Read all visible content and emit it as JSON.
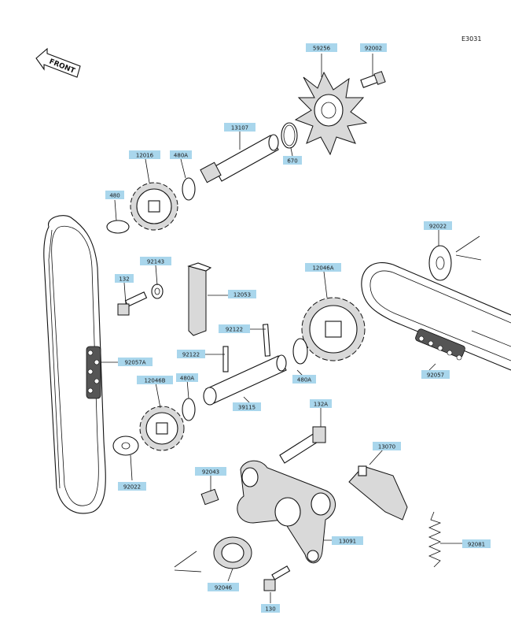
{
  "diagram_code": "E3031",
  "front_arrow_text": "FRONT",
  "colors": {
    "label_box": "#a9d6ec",
    "ink": "#111111",
    "background": "#ffffff"
  },
  "labels": [
    {
      "id": "59256",
      "text": "59256"
    },
    {
      "id": "92002",
      "text": "92002"
    },
    {
      "id": "13107",
      "text": "13107"
    },
    {
      "id": "670",
      "text": "670"
    },
    {
      "id": "12016",
      "text": "12016"
    },
    {
      "id": "480A_1",
      "text": "480A"
    },
    {
      "id": "480",
      "text": "480"
    },
    {
      "id": "92022_1",
      "text": "92022"
    },
    {
      "id": "92143",
      "text": "92143"
    },
    {
      "id": "132",
      "text": "132"
    },
    {
      "id": "12053",
      "text": "12053"
    },
    {
      "id": "12046A",
      "text": "12046A"
    },
    {
      "id": "92122_1",
      "text": "92122"
    },
    {
      "id": "92122_2",
      "text": "92122"
    },
    {
      "id": "92057A",
      "text": "92057A"
    },
    {
      "id": "480A_2",
      "text": "480A"
    },
    {
      "id": "480A_3",
      "text": "480A"
    },
    {
      "id": "12046B",
      "text": "12046B"
    },
    {
      "id": "39115",
      "text": "39115"
    },
    {
      "id": "92057",
      "text": "92057"
    },
    {
      "id": "132A",
      "text": "132A"
    },
    {
      "id": "92022_2",
      "text": "92022"
    },
    {
      "id": "13070",
      "text": "13070"
    },
    {
      "id": "92043",
      "text": "92043"
    },
    {
      "id": "13091",
      "text": "13091"
    },
    {
      "id": "92081",
      "text": "92081"
    },
    {
      "id": "92046",
      "text": "92046"
    },
    {
      "id": "130",
      "text": "130"
    }
  ]
}
